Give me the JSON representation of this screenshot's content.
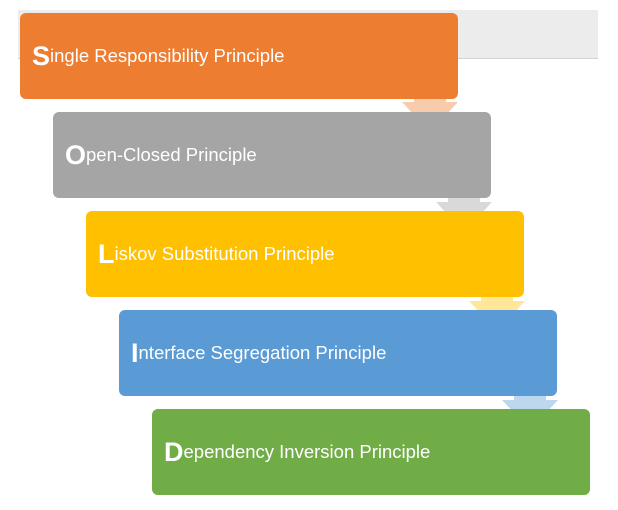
{
  "steps": [
    {
      "initial": "S",
      "rest": "ingle Responsibility Principle",
      "color": "#ed7d31",
      "arrow_color": "#f8cbad"
    },
    {
      "initial": "O",
      "rest": "pen-Closed Principle",
      "color": "#a5a5a5",
      "arrow_color": "#d9d9d9"
    },
    {
      "initial": "L",
      "rest": "iskov Substitution Principle",
      "color": "#ffc000",
      "arrow_color": "#ffe699"
    },
    {
      "initial": "I",
      "rest": "nterface Segregation Principle",
      "color": "#5b9bd5",
      "arrow_color": "#bdd7ee"
    },
    {
      "initial": "D",
      "rest": "ependency Inversion Principle",
      "color": "#70ad47",
      "arrow_color": ""
    }
  ]
}
